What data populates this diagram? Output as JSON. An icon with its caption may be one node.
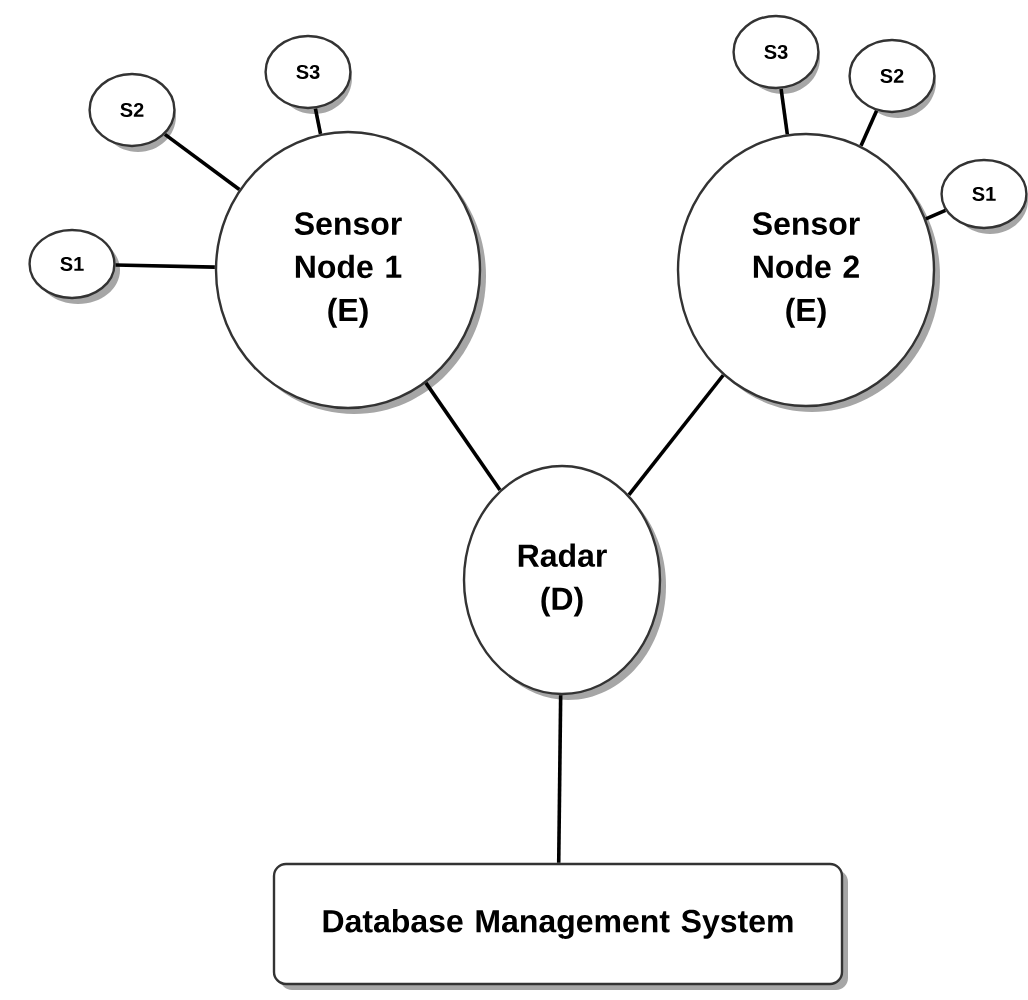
{
  "diagram": {
    "nodes": [
      {
        "text": [
          "Sensor Node 1",
          "(E)"
        ]
      },
      {
        "text": [
          "S1"
        ]
      },
      {
        "text": [
          "S2"
        ]
      },
      {
        "text": [
          "S3"
        ]
      },
      {
        "text": [
          "Sensor Node 2",
          "(E)"
        ]
      },
      {
        "text": [
          "S3"
        ]
      },
      {
        "text": [
          "S2"
        ]
      },
      {
        "text": [
          "S1"
        ]
      },
      {
        "text": [
          "Radar",
          "(D)"
        ]
      },
      {
        "text": [
          "Database Management System"
        ]
      }
    ],
    "edges": [
      {
        "from": 1,
        "to": 0,
        "arrow": "none"
      },
      {
        "from": 2,
        "to": 0,
        "arrow": "none"
      },
      {
        "from": 3,
        "to": 0,
        "arrow": "none"
      },
      {
        "from": 5,
        "to": 4,
        "arrow": "none"
      },
      {
        "from": 6,
        "to": 4,
        "arrow": "none"
      },
      {
        "from": 7,
        "to": 4,
        "arrow": "none"
      },
      {
        "from": 0,
        "to": 8,
        "arrow": "none"
      },
      {
        "from": 4,
        "to": 8,
        "arrow": "none"
      },
      {
        "from": 8,
        "to": 9,
        "arrow": "none"
      }
    ]
  }
}
